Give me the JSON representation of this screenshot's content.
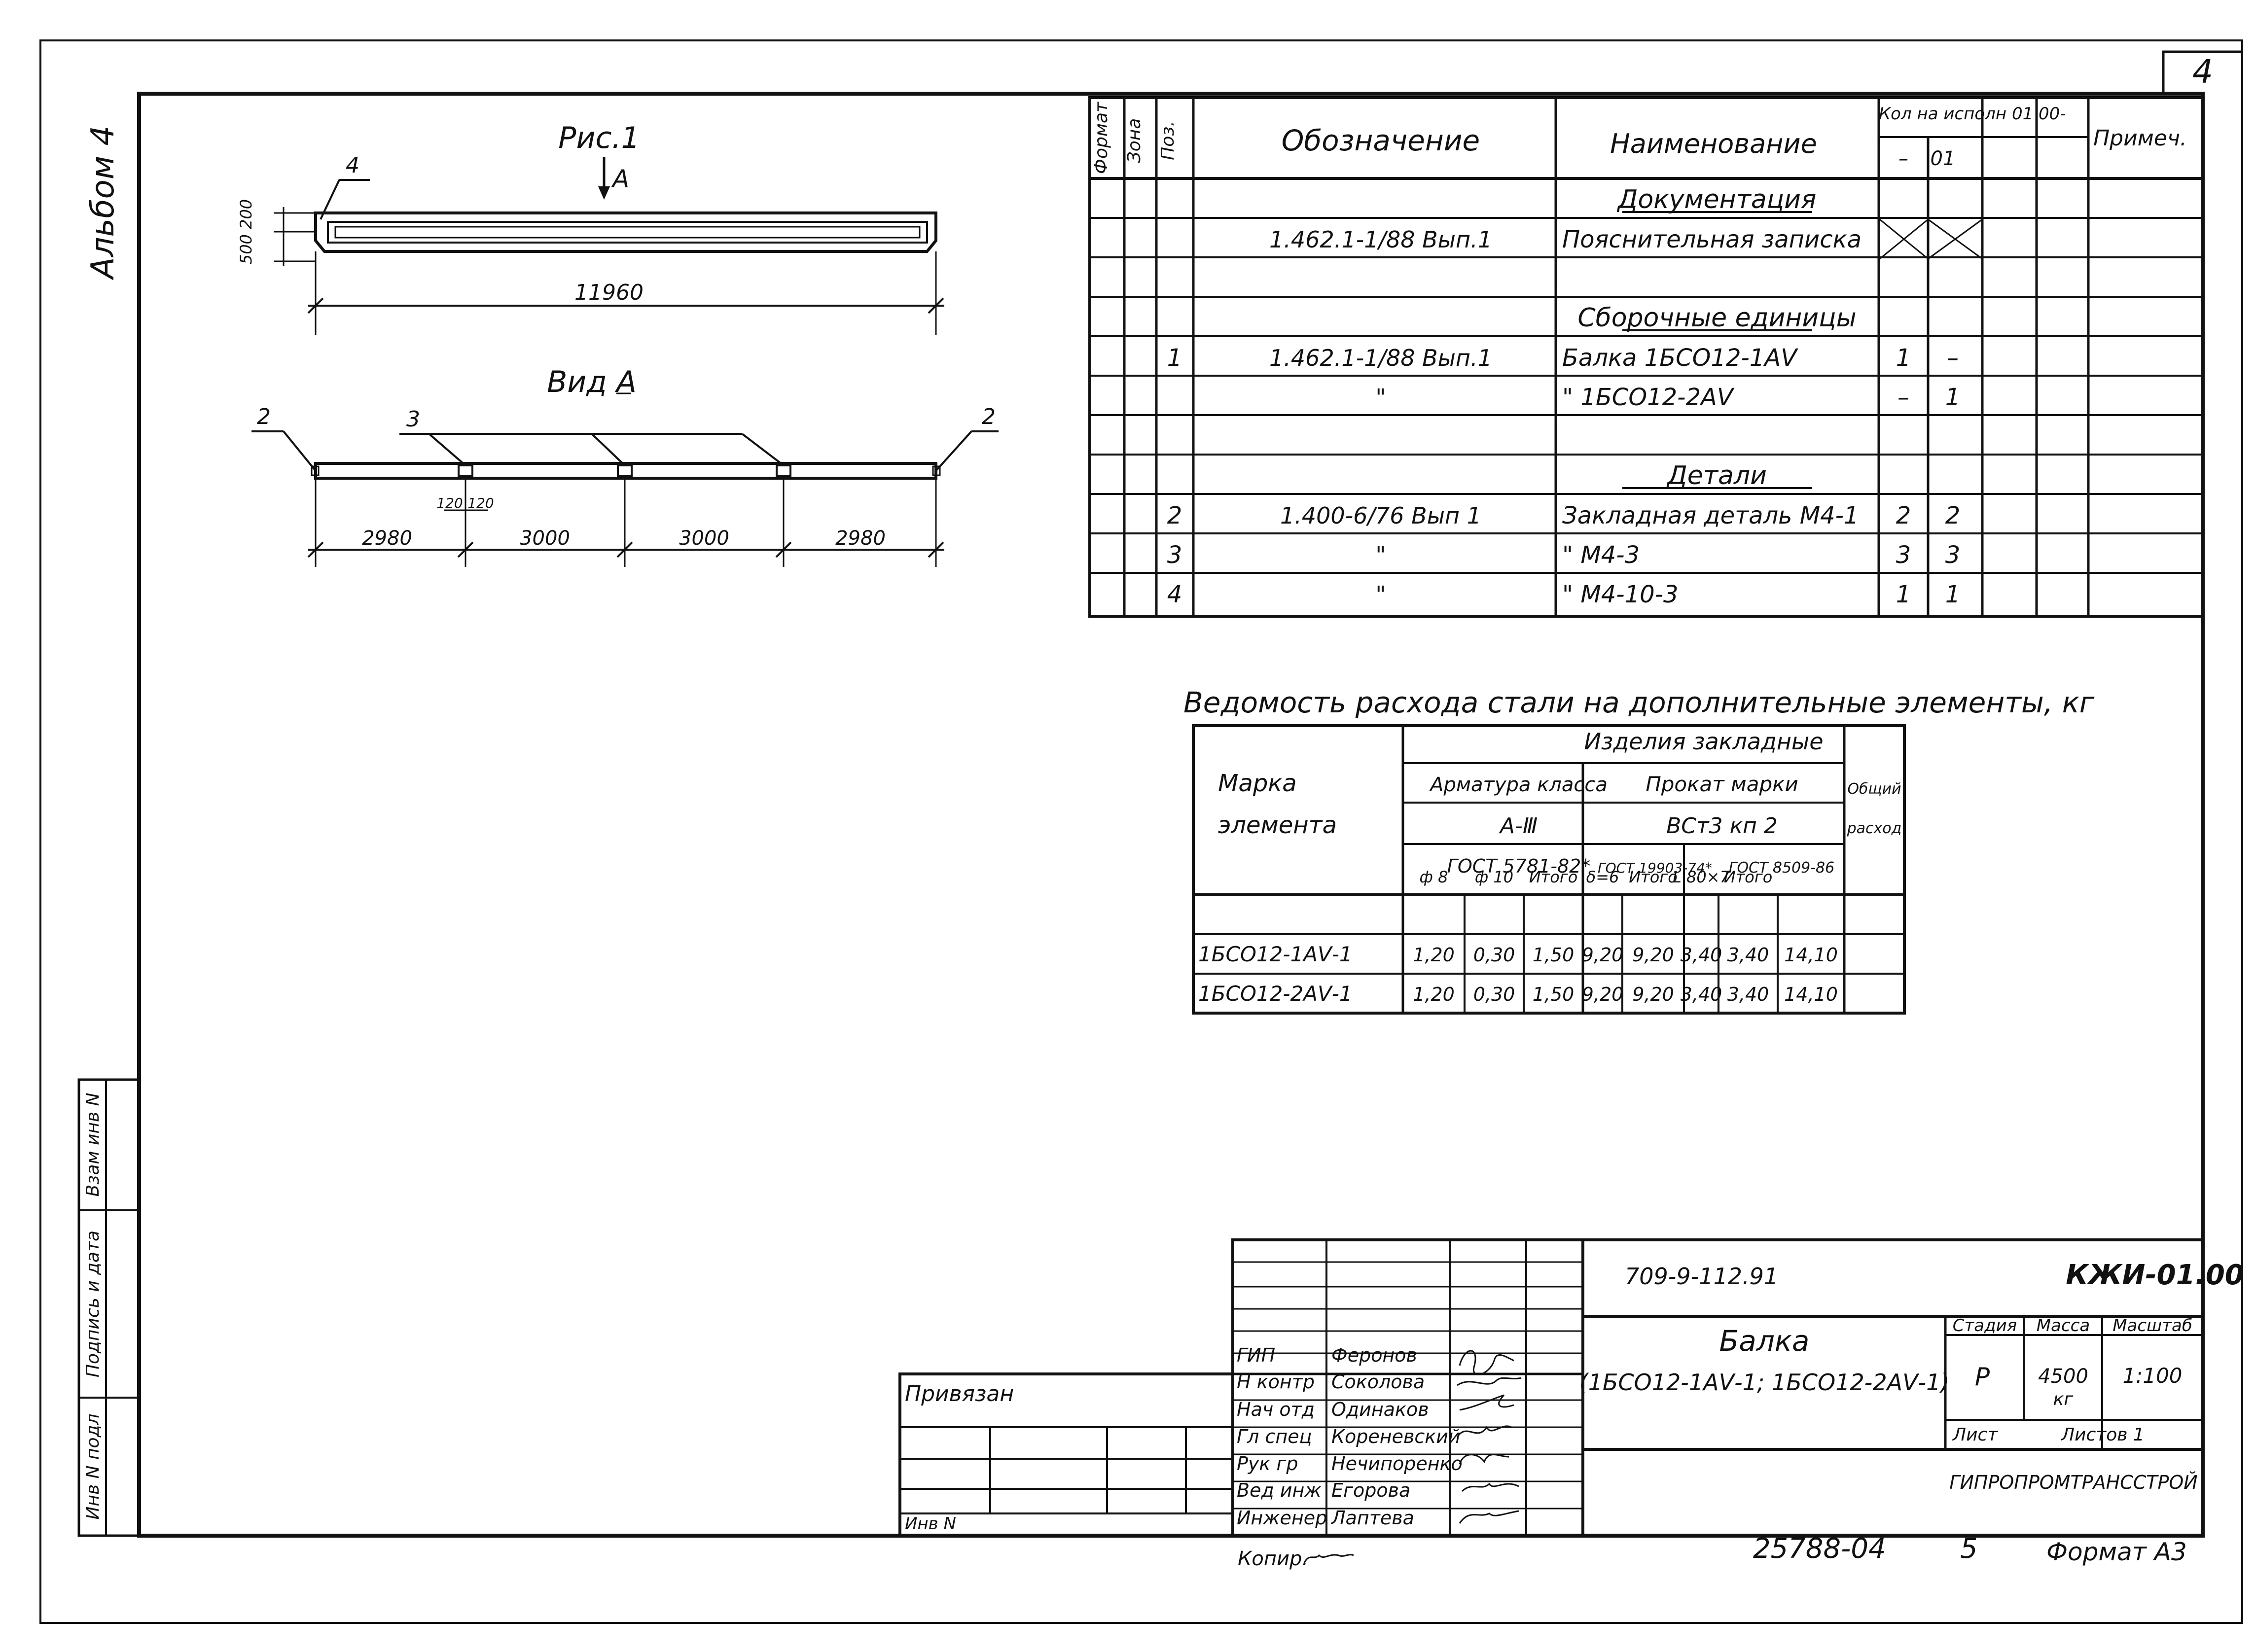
{
  "sheet_number": "4",
  "album": "Альбом 4",
  "side_stamp": {
    "cells": [
      "Инв N подл",
      "Подпись и дата",
      "Взам инв N"
    ]
  },
  "drawing": {
    "fig_label": "Рис.1",
    "arrow_label": "A",
    "pos4": "4",
    "heights": "500 200",
    "length": "11960",
    "view_label": "Вид А",
    "pos2": "2",
    "pos3": "3",
    "spacing_120a": "120",
    "spacing_120b": "120",
    "dims": [
      "2980",
      "3000",
      "3000",
      "2980"
    ]
  },
  "spec": {
    "headers": {
      "format": "Формат",
      "zone": "Зона",
      "pos": "Поз.",
      "designation": "Обозначение",
      "name": "Наименование",
      "qty": "Кол на исполн 01 00-",
      "qty_a": "–",
      "qty_b": "01",
      "note": "Примеч."
    },
    "rows": [
      {
        "pos": "",
        "designation": "",
        "name": "Документация",
        "q1": "",
        "q2": ""
      },
      {
        "pos": "",
        "designation": "1.462.1-1/88   Вып.1",
        "name": "Пояснительная  записка",
        "q1": "",
        "q2": ""
      },
      {
        "pos": "",
        "designation": "",
        "name": "",
        "q1": "",
        "q2": ""
      },
      {
        "pos": "",
        "designation": "",
        "name": "Сборочные  единицы",
        "q1": "",
        "q2": ""
      },
      {
        "pos": "1",
        "designation": "1.462.1-1/88   Вып.1",
        "name": "Балка  1БСО12-1АⅤ",
        "q1": "1",
        "q2": "–"
      },
      {
        "pos": "",
        "designation": "\"",
        "name": "\"      1БСО12-2АⅤ",
        "q1": "–",
        "q2": "1"
      },
      {
        "pos": "",
        "designation": "",
        "name": "",
        "q1": "",
        "q2": ""
      },
      {
        "pos": "",
        "designation": "",
        "name": "Детали",
        "q1": "",
        "q2": ""
      },
      {
        "pos": "2",
        "designation": "1.400-6/76   Вып 1",
        "name": "Закладная деталь  М4-1",
        "q1": "2",
        "q2": "2"
      },
      {
        "pos": "3",
        "designation": "\"",
        "name": "\"                     М4-3",
        "q1": "3",
        "q2": "3"
      },
      {
        "pos": "4",
        "designation": "\"",
        "name": "\"                М4-10-3",
        "q1": "1",
        "q2": "1"
      }
    ]
  },
  "steel": {
    "title": "Ведомость расхода стали на дополнительные элементы, кг",
    "h_items": "Изделия   закладные",
    "h_mark": "Марка",
    "h_mark2": "элемента",
    "h_rebar": "Арматура класса",
    "h_rebar_class": "А-Ⅲ",
    "h_rebar_gost": "ГОСТ 5781-82*",
    "h_rolled": "Прокат  марки",
    "h_rolled_grade": "ВСт3 кп 2",
    "h_gost1": "ГОСТ 19903-74*",
    "h_gost2": "ГОСТ 8509-86",
    "h_total": "Общий",
    "h_total2": "расход",
    "subheaders": [
      "ф 8",
      "ф 10",
      "Итого",
      "δ=6",
      "Итого",
      "L 80×7",
      "Итого"
    ],
    "rows": [
      {
        "mark": "1БСО12-1АⅤ-1",
        "vals": [
          "1,20",
          "0,30",
          "1,50",
          "9,20",
          "9,20",
          "3,40",
          "3,40",
          "14,10"
        ]
      },
      {
        "mark": "1БСО12-2АⅤ-1",
        "vals": [
          "1,20",
          "0,30",
          "1,50",
          "9,20",
          "9,20",
          "3,40",
          "3,40",
          "14,10"
        ]
      }
    ]
  },
  "stamp": {
    "code": "709-9-112.91",
    "doc": "КЖИ-01.00",
    "title1": "Балка",
    "title2": "(1БСО12-1АⅤ-1; 1БСО12-2АⅤ-1)",
    "stage_h": "Стадия",
    "mass_h": "Масса",
    "scale_h": "Масштаб",
    "stage": "Р",
    "mass": "4500",
    "mass_unit": "кг",
    "scale": "1:100",
    "sheet_h": "Лист",
    "sheets_h": "Листов 1",
    "org": "ГИПРОПРОМТРАНССТРОЙ",
    "people": [
      {
        "role": "ГИП",
        "name": "Феронов"
      },
      {
        "role": "Н контр",
        "name": "Соколова"
      },
      {
        "role": "Нач отд",
        "name": "Одинаков"
      },
      {
        "role": "Гл спец",
        "name": "Кореневский"
      },
      {
        "role": "Рук гр",
        "name": "Нечипоренко"
      },
      {
        "role": "Вед инж",
        "name": "Егорова"
      },
      {
        "role": "Инженер",
        "name": "Лаптева"
      }
    ],
    "privyazan": "Привязан",
    "inv": "Инв N"
  },
  "footer": {
    "copy": "Копир.",
    "num": "25788-04",
    "page": "5",
    "format": "Формат А3"
  }
}
